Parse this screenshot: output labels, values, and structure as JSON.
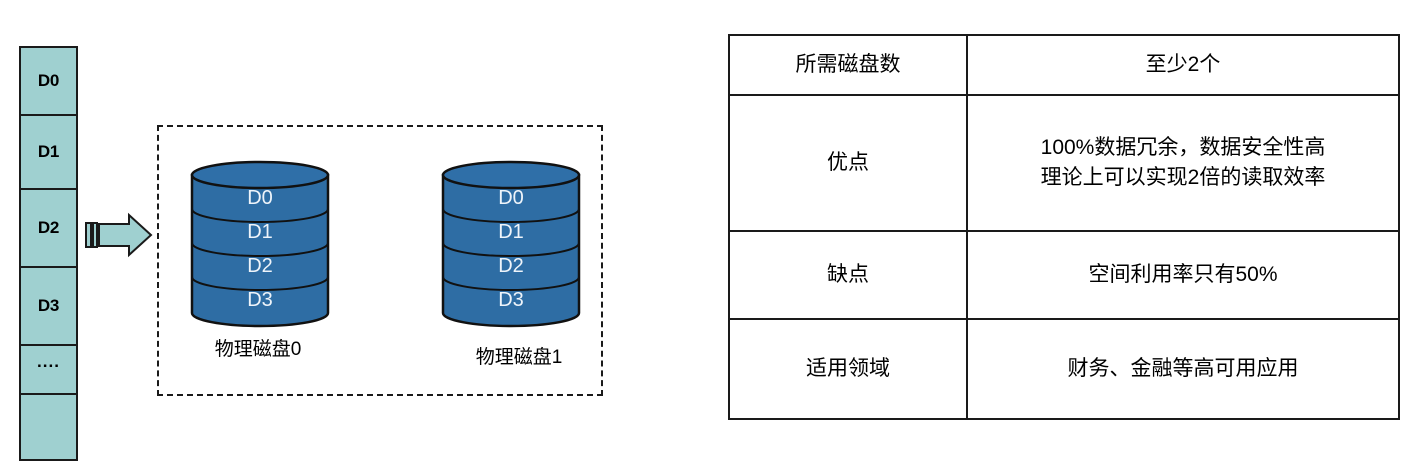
{
  "diagram": {
    "title_semantic": "raid1-mirroring-diagram",
    "source_column": {
      "name": "incoming-data-blocks",
      "cells": [
        {
          "label": "D0"
        },
        {
          "label": "D1"
        },
        {
          "label": "D2"
        },
        {
          "label": "D3"
        },
        {
          "label": "...."
        },
        {
          "label": ""
        }
      ]
    },
    "arrow": {
      "icon": "right-arrow-icon",
      "fill": "#9fd0d0",
      "stroke": "#1a1a1a"
    },
    "raid_group": {
      "border_style": "dashed",
      "disks": [
        {
          "caption": "物理磁盘0",
          "slices": [
            "D0",
            "D1",
            "D2",
            "D3"
          ]
        },
        {
          "caption": "物理磁盘1",
          "slices": [
            "D0",
            "D1",
            "D2",
            "D3"
          ]
        }
      ]
    },
    "colors": {
      "source_cell_fill": "#9fd0d0",
      "disk_fill": "#2e6da4",
      "disk_top_fill": "#2f6fa8",
      "outline": "#1a1a1a",
      "disk_text": "#eef4fa"
    }
  },
  "table": {
    "name": "raid1-properties-table",
    "rows": [
      {
        "label": "所需磁盘数",
        "value_lines": [
          "至少2个"
        ]
      },
      {
        "label": "优点",
        "value_lines": [
          "100%数据冗余，数据安全性高",
          "理论上可以实现2倍的读取效率"
        ]
      },
      {
        "label": "缺点",
        "value_lines": [
          "空间利用率只有50%"
        ]
      },
      {
        "label": "适用领域",
        "value_lines": [
          "财务、金融等高可用应用"
        ]
      }
    ]
  }
}
